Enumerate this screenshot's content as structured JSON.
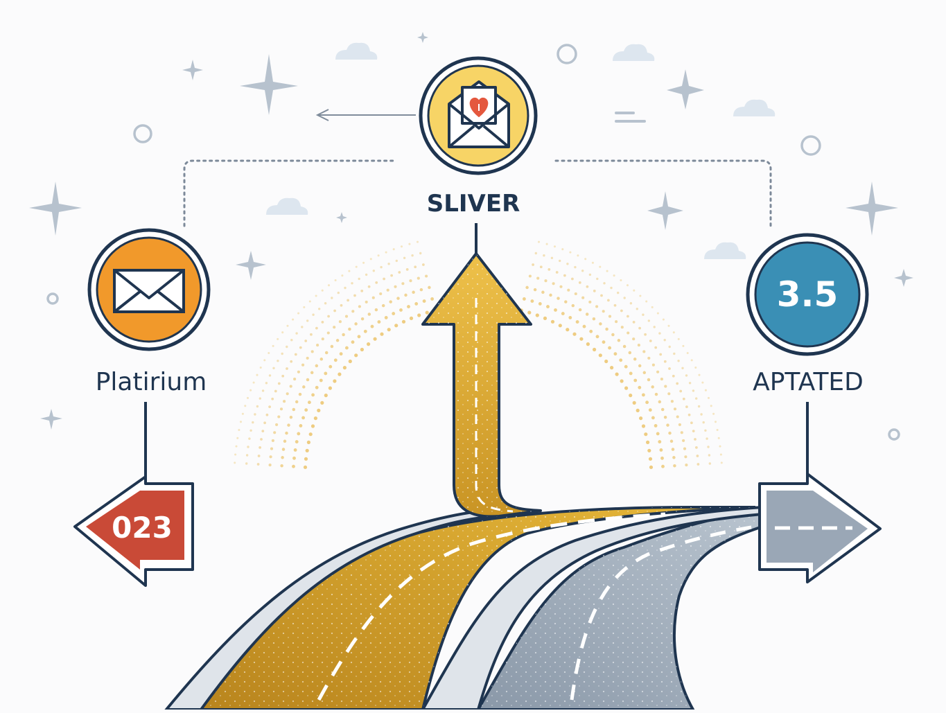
{
  "colors": {
    "navy": "#1f3550",
    "gold": "#e0ab2a",
    "gold_dark": "#b7821c",
    "orange": "#f1992b",
    "red": "#c94a37",
    "blue": "#3a8fb5",
    "gray_road": "#9aa7b6",
    "road_edge": "#dfe4ea",
    "yellow_badge": "#f7d466",
    "heart": "#e4583e",
    "sparkle": "#b7c2ce",
    "cloud": "#dde6ef",
    "dots": "#ecc773"
  },
  "nodes": {
    "left": {
      "label": "Platirium",
      "icon": "envelope-icon",
      "sign": "023",
      "sign_direction": "left"
    },
    "center": {
      "label": "SLIVER",
      "icon": "envelope-heart-icon",
      "direction": "up"
    },
    "right": {
      "label": "APTATED",
      "badge": "3.5",
      "sign_direction": "right"
    }
  }
}
